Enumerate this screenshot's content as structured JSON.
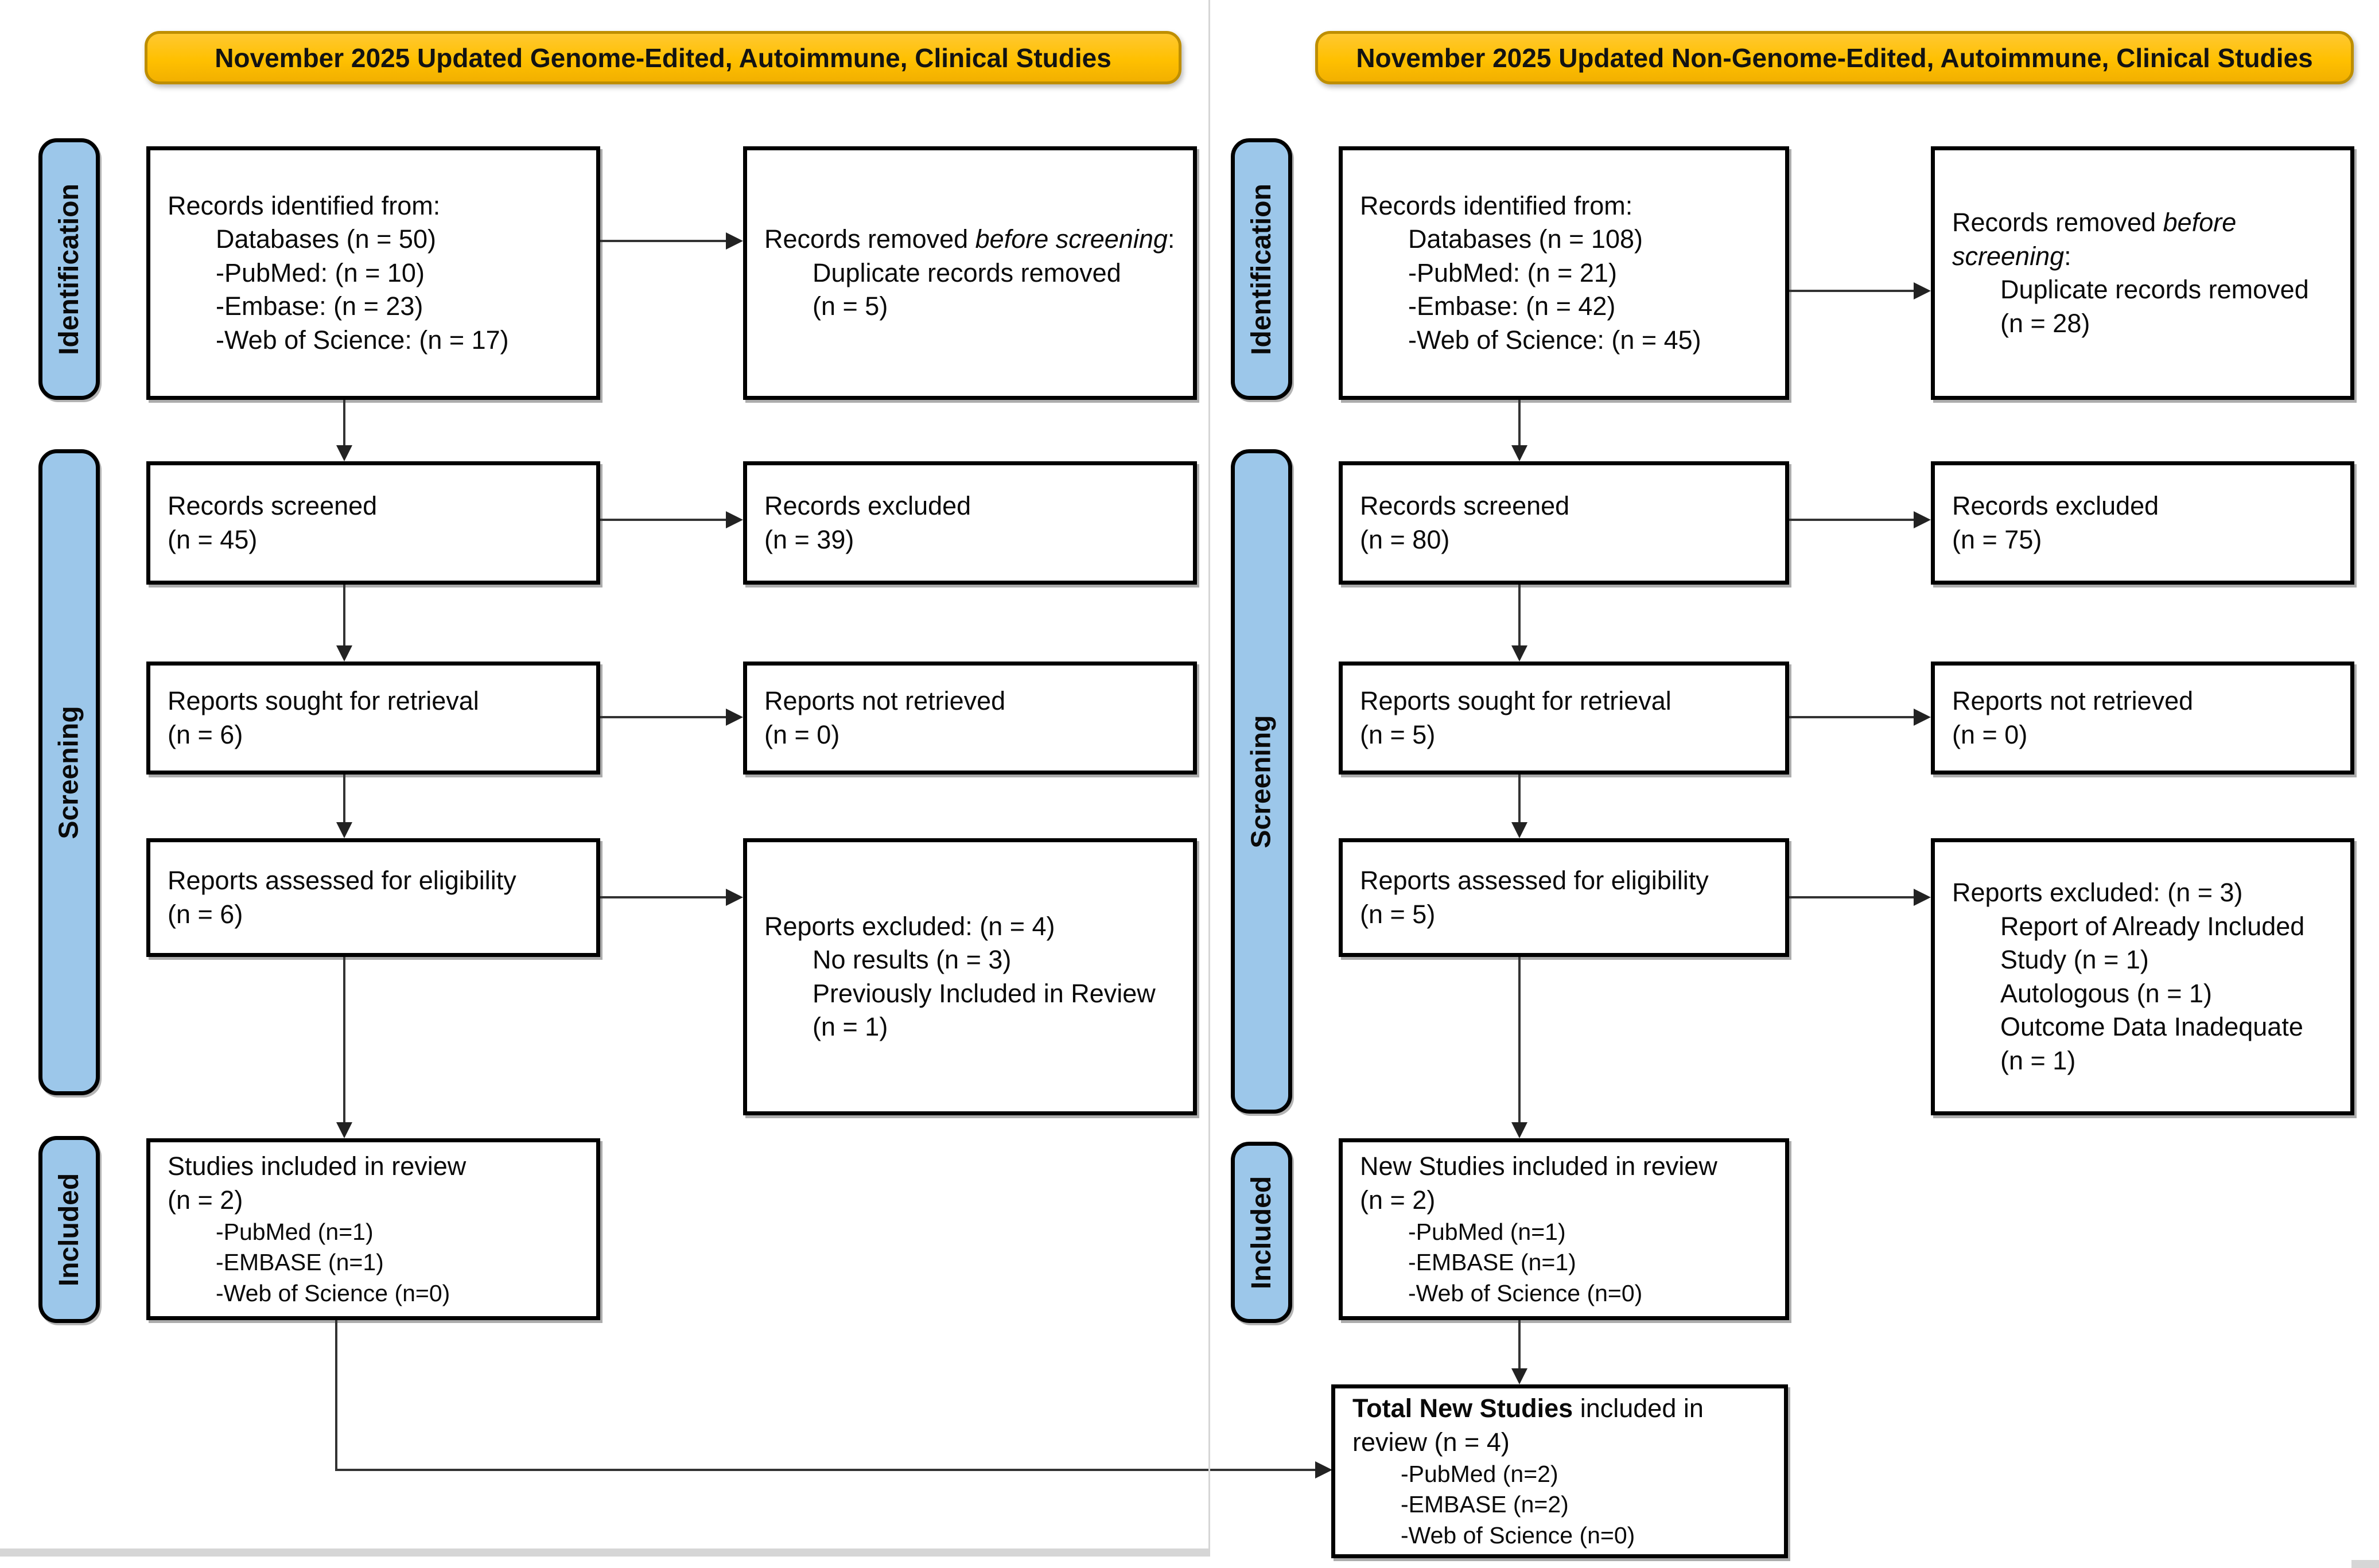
{
  "colors": {
    "banner_fill": "#FFC000",
    "banner_border": "#BE8E00",
    "stage_fill": "#9CC7EA",
    "box_border": "#000000",
    "connector": "#333333"
  },
  "panels": [
    {
      "title": "November 2025 Updated Genome-Edited, Autoimmune, Clinical Studies",
      "stages": {
        "identification": "Identification",
        "screening": "Screening",
        "included": "Included"
      },
      "boxes": {
        "identified": {
          "l1": "Records identified from:",
          "l2": "Databases (n = 50)",
          "l3": "-PubMed: (n = 10)",
          "l4": "-Embase: (n = 23)",
          "l5": "-Web of Science: (n = 17)"
        },
        "removed": {
          "head_prefix": "Records removed ",
          "head_italic": "before screening",
          "head_suffix": ":",
          "l2": "Duplicate records removed",
          "l3": "(n = 5)"
        },
        "screened": {
          "l1": "Records screened",
          "l2": "(n = 45)"
        },
        "records_excluded": {
          "l1": "Records excluded",
          "l2": "(n = 39)"
        },
        "sought": {
          "l1": "Reports sought for retrieval",
          "l2": "(n = 6)"
        },
        "not_retrieved": {
          "l1": "Reports not retrieved",
          "l2": "(n = 0)"
        },
        "assessed": {
          "l1": "Reports assessed for eligibility",
          "l2": "(n = 6)"
        },
        "reports_excluded": {
          "l1": "Reports excluded: (n = 4)",
          "l2": "No results (n = 3)",
          "l3": "Previously Included in Review",
          "l4": "(n = 1)"
        },
        "included": {
          "l1": "Studies included in review",
          "l2": "(n = 2)",
          "l3": "-PubMed (n=1)",
          "l4": "-EMBASE (n=1)",
          "l5": "-Web of Science (n=0)"
        }
      }
    },
    {
      "title": "November 2025 Updated Non-Genome-Edited, Autoimmune, Clinical Studies",
      "stages": {
        "identification": "Identification",
        "screening": "Screening",
        "included": "Included"
      },
      "boxes": {
        "identified": {
          "l1": "Records identified from:",
          "l2": "Databases (n = 108)",
          "l3": "-PubMed: (n = 21)",
          "l4": "-Embase: (n = 42)",
          "l5": "-Web of Science: (n = 45)"
        },
        "removed": {
          "head_prefix": "Records removed ",
          "head_italic": "before screening",
          "head_suffix": ":",
          "l2": "Duplicate records removed",
          "l3": "(n = 28)"
        },
        "screened": {
          "l1": "Records screened",
          "l2": "(n = 80)"
        },
        "records_excluded": {
          "l1": "Records excluded",
          "l2": "(n = 75)"
        },
        "sought": {
          "l1": "Reports sought for retrieval",
          "l2": "(n = 5)"
        },
        "not_retrieved": {
          "l1": "Reports not retrieved",
          "l2": "(n = 0)"
        },
        "assessed": {
          "l1": "Reports assessed for eligibility",
          "l2": "(n = 5)"
        },
        "reports_excluded": {
          "l1": "Reports excluded: (n = 3)",
          "l2": "Report of Already Included",
          "l3": "Study (n = 1)",
          "l4": "Autologous (n = 1)",
          "l5": "Outcome Data Inadequate",
          "l6": "(n = 1)"
        },
        "included": {
          "l1": "New Studies included in review",
          "l2": "(n = 2)",
          "l3": "-PubMed (n=1)",
          "l4": "-EMBASE (n=1)",
          "l5": "-Web of Science (n=0)"
        },
        "total": {
          "head_bold": "Total New Studies",
          "head_rest": " included in",
          "l2": "review (n = 4)",
          "l3": "-PubMed (n=2)",
          "l4": "-EMBASE (n=2)",
          "l5": "-Web of Science (n=0)"
        }
      }
    }
  ]
}
